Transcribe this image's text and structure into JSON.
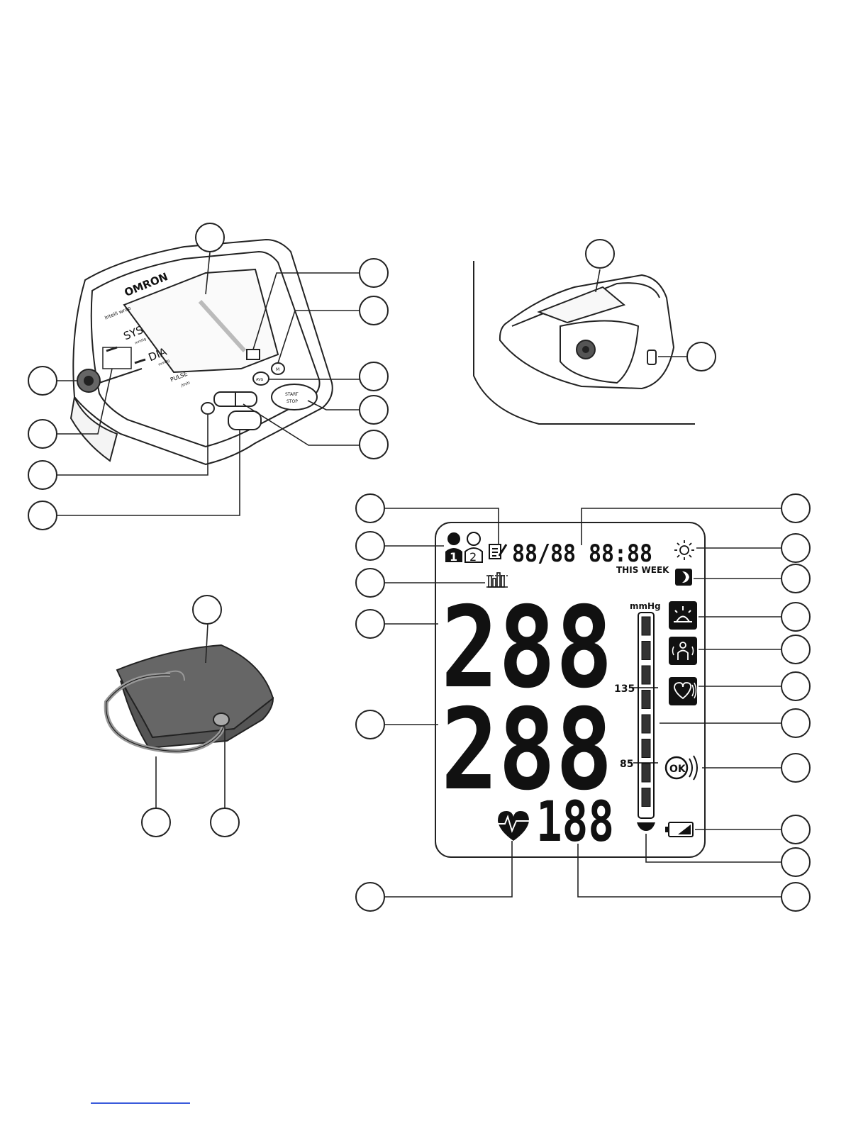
{
  "device": {
    "brand": "OMRON",
    "panel": {
      "intelli_wrap": "Intelli wrap",
      "sys": "SYS",
      "dia": "DIA",
      "pulse": "PULSE",
      "mmhg": "mmHg",
      "per_min": "/min",
      "start": "START",
      "stop": "STOP",
      "avg_label": "AVG",
      "m_label": "M"
    }
  },
  "lcd": {
    "datetime_segments": "88/88 88:88",
    "this_week": "THIS WEEK",
    "user1": "1",
    "user2": "2",
    "sys_digits": "288",
    "dia_digits": "288",
    "pulse_digits": "188",
    "bar_unit": "mmHg",
    "bar_level_high": "135",
    "bar_level_low": "85",
    "ok_symbol": "OK"
  },
  "icons": [
    "user-1-icon",
    "user-2-icon",
    "memo-icon",
    "average-bars-icon",
    "sun-icon",
    "moon-icon",
    "morning-hypertension-icon",
    "body-movement-icon",
    "irregular-heartbeat-icon",
    "cuff-wrap-ok-icon",
    "battery-low-icon",
    "heart-pulse-icon",
    "pressure-level-bar"
  ]
}
